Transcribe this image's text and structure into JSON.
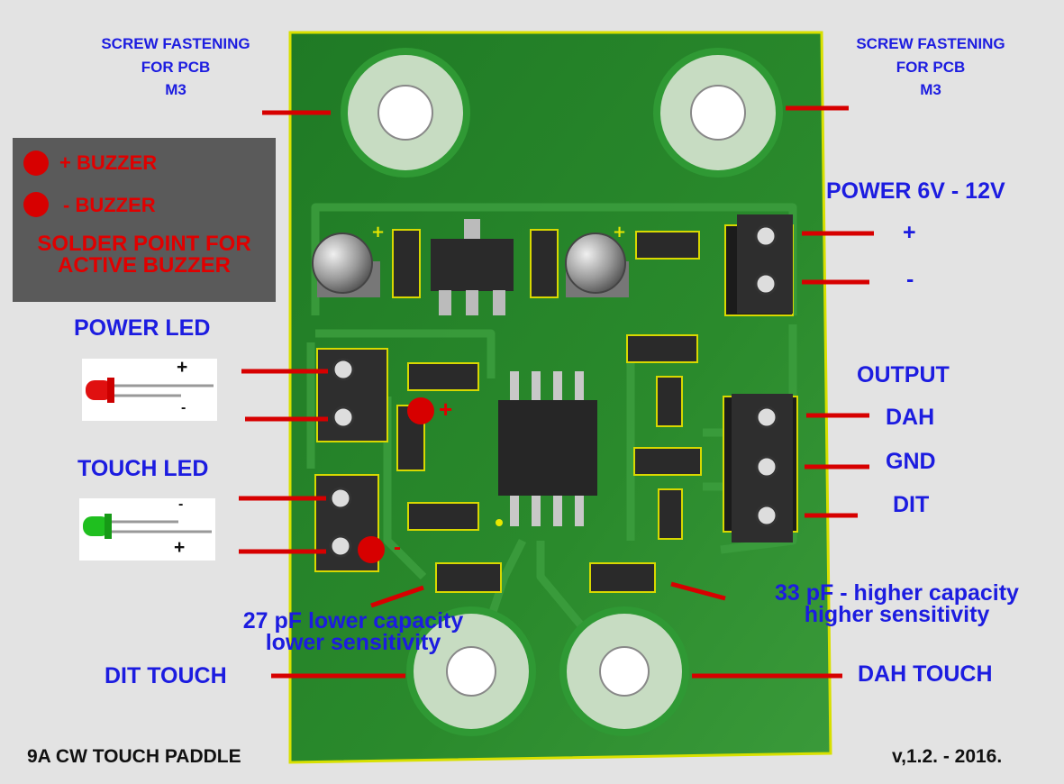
{
  "labels": {
    "screw_left": [
      "SCREW FASTENING",
      "FOR PCB",
      "M3"
    ],
    "screw_right": [
      "SCREW FASTENING",
      "FOR PCB",
      "M3"
    ],
    "power_title": "POWER 6V - 12V",
    "power_plus": "+",
    "power_minus": "-",
    "output_title": "OUTPUT",
    "output_pins": [
      "DAH",
      "GND",
      "DIT"
    ],
    "power_led": "POWER LED",
    "touch_led": "TOUCH LED",
    "led_plus": "+",
    "led_minus": "-",
    "cap_left": [
      "27 pF lower capacity",
      "lower sensitivity"
    ],
    "cap_right": [
      "33 pF - higher capacity",
      "higher sensitivity"
    ],
    "dit_touch": "DIT TOUCH",
    "dah_touch": "DAH TOUCH",
    "product_name": "9A CW TOUCH PADDLE",
    "version": "v,1.2. - 2016."
  },
  "buzzer": {
    "plus_label": "+ BUZZER",
    "minus_label": "-  BUZZER",
    "note": [
      "SOLDER POINT FOR",
      "ACTIVE BUZZER"
    ]
  },
  "board_markers": {
    "plus": "+",
    "minus": "-"
  },
  "colors": {
    "label_blue": "#1c1ce0",
    "leader_red": "#d70000",
    "pcb_green": "#2f8f32",
    "led_red": "#e01010",
    "led_green": "#1fbf1f"
  }
}
